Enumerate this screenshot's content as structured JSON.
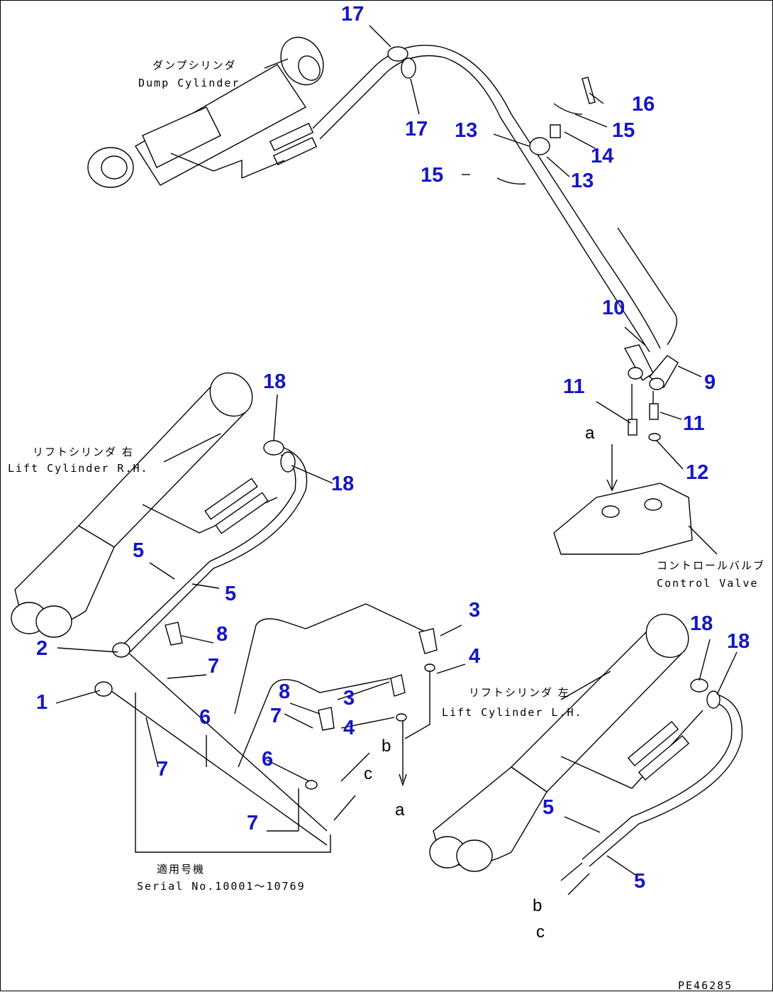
{
  "labels": {
    "dump_cyl_jp": "ダンプシリンダ",
    "dump_cyl_en": "Dump Cylinder",
    "lift_rh_jp": "リフトシリンダ 右",
    "lift_rh_en": "Lift Cylinder R.H.",
    "lift_lh_jp": "リフトシリンダ 左",
    "lift_lh_en": "Lift Cylinder L.H.",
    "control_valve_jp": "コントロールバルブ",
    "control_valve_en": "Control Valve",
    "serial_jp": "適用号機",
    "serial_en": "Serial No.10001～10769",
    "code": "PE46285"
  },
  "callouts": [
    "17",
    "17",
    "16",
    "15",
    "13",
    "14",
    "15",
    "13",
    "10",
    "9",
    "11",
    "11",
    "12",
    "18",
    "18",
    "5",
    "5",
    "8",
    "7",
    "2",
    "1",
    "6",
    "7",
    "3",
    "4",
    "8",
    "7",
    "3",
    "4",
    "6",
    "7",
    "18",
    "18",
    "5",
    "5"
  ],
  "letters": [
    "a",
    "a",
    "b",
    "c",
    "b",
    "c"
  ],
  "colors": {
    "callout": "#1515c8",
    "line": "#000000"
  }
}
